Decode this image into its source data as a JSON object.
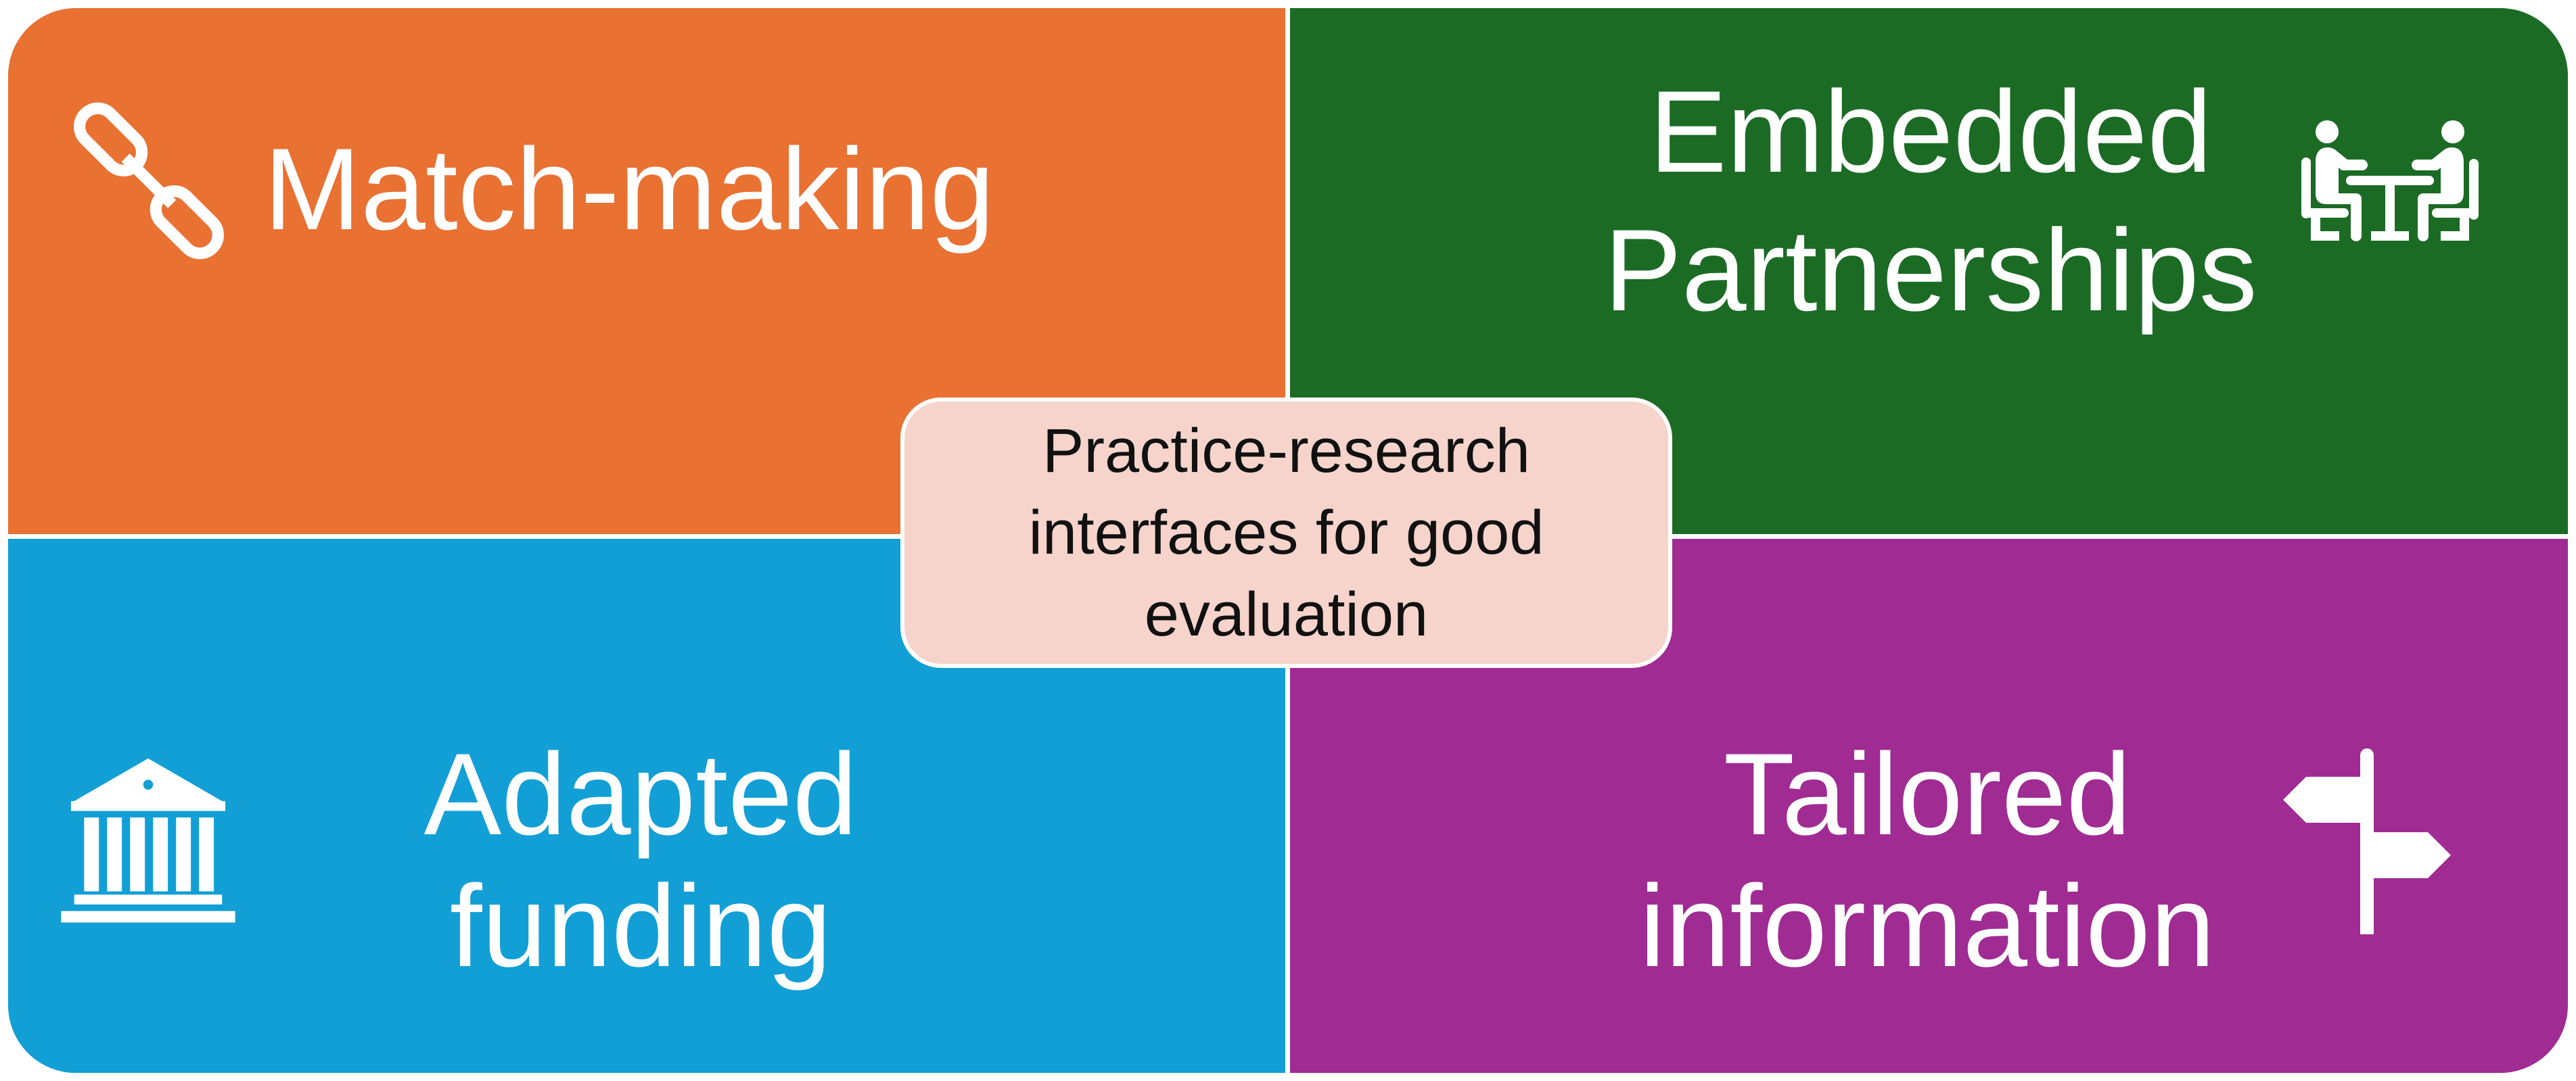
{
  "colors": {
    "match_making": "#E97132",
    "embedded": "#1B6B25",
    "funding": "#119FD6",
    "information": "#A02B93",
    "center": "#F6D4CB"
  },
  "center": {
    "lines": [
      "Practice-research",
      "interfaces for good",
      "evaluation"
    ]
  },
  "quadrants": [
    {
      "lines": [
        "Match-making"
      ],
      "icon": "link-icon"
    },
    {
      "lines": [
        "Embedded",
        "Partnerships"
      ],
      "icon": "meeting-people-icon"
    },
    {
      "lines": [
        "Adapted",
        "funding"
      ],
      "icon": "bank-icon"
    },
    {
      "lines": [
        "Tailored",
        "information"
      ],
      "icon": "signpost-icon"
    }
  ]
}
